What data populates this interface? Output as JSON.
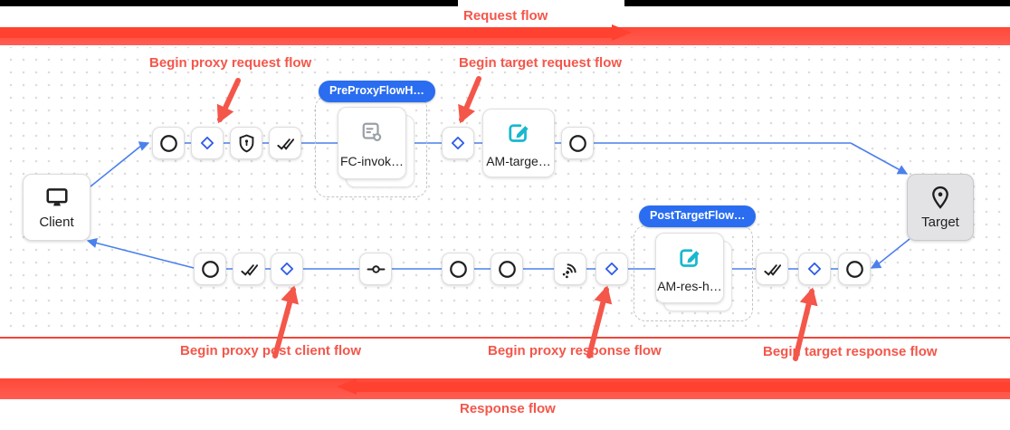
{
  "titles": {
    "request_flow": "Request flow",
    "response_flow": "Response flow"
  },
  "annotations": {
    "proxy_request": "Begin proxy request flow",
    "target_request": "Begin target request flow",
    "proxy_post_client": "Begin proxy post client flow",
    "proxy_response": "Begin proxy response flow",
    "target_response": "Begin target response flow"
  },
  "endpoints": {
    "client_label": "Client",
    "target_label": "Target"
  },
  "groups": {
    "pre_proxy": {
      "badge": "PreProxyFlowH…",
      "card_label": "FC-invok…",
      "card_icon": "flow-callout-icon"
    },
    "post_target": {
      "badge": "PostTargetFlow…",
      "card_label": "AM-res-h…",
      "card_icon": "edit-icon"
    }
  },
  "cards": {
    "am_target": {
      "label": "AM-targe…",
      "icon": "edit-icon"
    }
  },
  "step_icons": {
    "request_row": [
      "circle-icon",
      "diamond-icon",
      "shield-icon",
      "double-check-icon"
    ],
    "request_row_after_group": [
      "diamond-icon",
      "edit-card",
      "circle-icon"
    ],
    "response_row_right": [
      "double-check-icon",
      "diamond-icon",
      "circle-icon"
    ],
    "response_row_left": [
      "circle-icon",
      "double-check-icon",
      "diamond-icon",
      "commit-icon",
      "circle-icon",
      "circle-icon",
      "broadcast-icon",
      "diamond-icon"
    ],
    "client_icon": "monitor-icon",
    "target_icon": "place-pin-icon"
  },
  "colors": {
    "annotation_red": "#F4564A",
    "bar_red": "#FF4838",
    "bar_red_light": "#FF5D53",
    "bar_arrow_red": "#FF4130",
    "thin_line_red": "#F2453A",
    "badge_blue": "#2A6DF0",
    "diamond_blue": "#2D5BE8",
    "connector_blue": "#4C80EC",
    "edit_teal": "#17B8CE",
    "icon_gray": "#9AA0A6",
    "target_fill": "#E3E3E5"
  }
}
